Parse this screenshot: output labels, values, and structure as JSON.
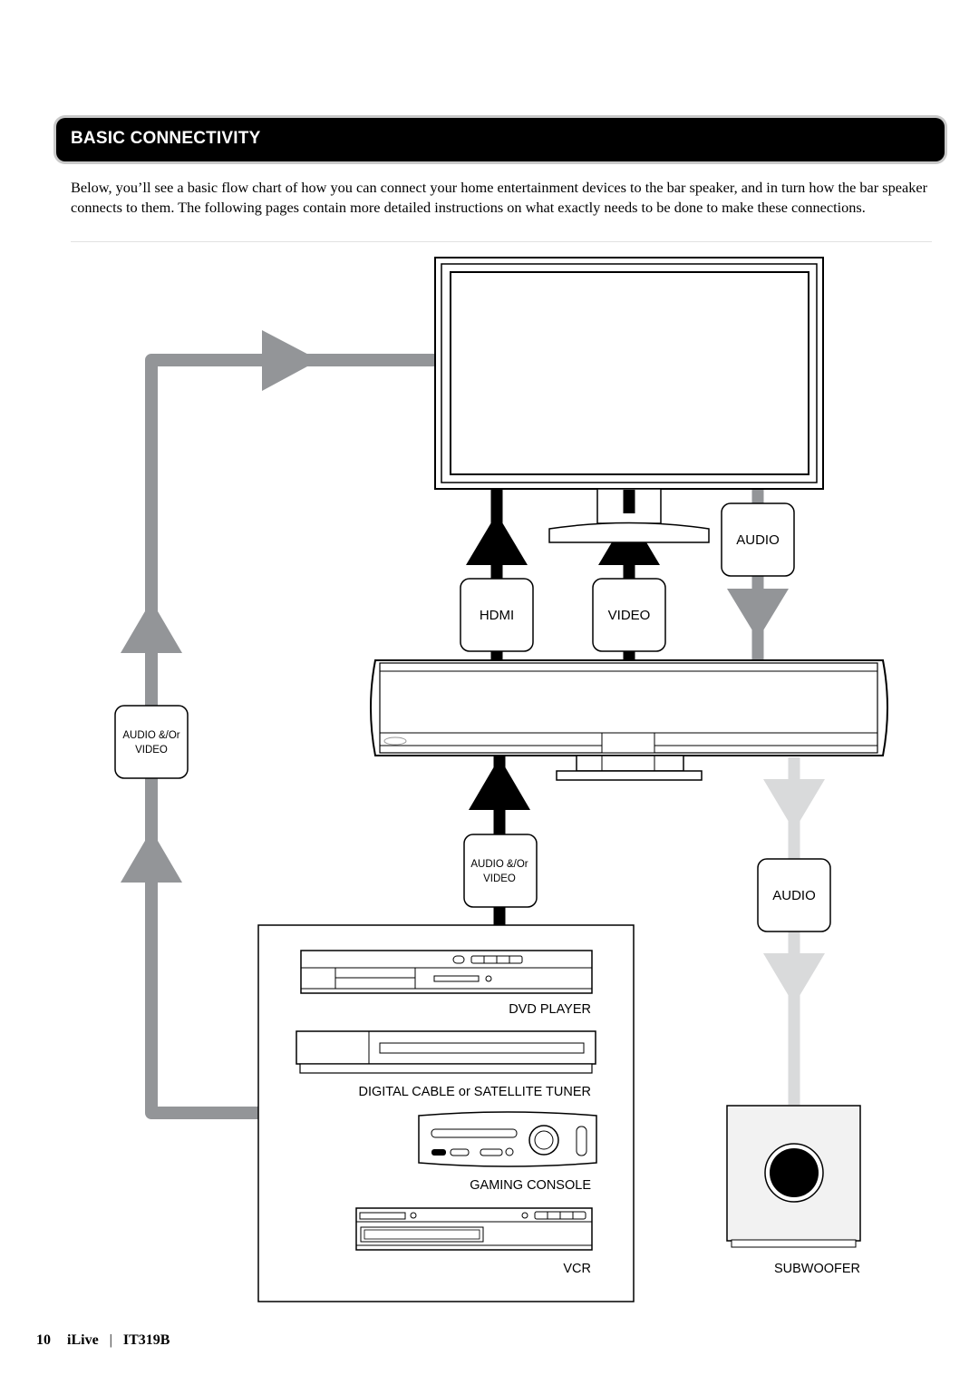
{
  "header": {
    "title": "BASIC CONNECTIVITY"
  },
  "intro": {
    "text": "Below, you’ll see a basic flow chart of how you can connect your home entertainment devices to the bar speaker, and in turn how the bar speaker connects to them. The following pages contain more detailed instructions on what exactly needs to be done to make these connections."
  },
  "connections": {
    "audio_top": "AUDIO",
    "hdmi": "HDMI",
    "video": "VIDEO",
    "audio_video_left_line1": "AUDIO &/Or",
    "audio_video_left_line2": "VIDEO",
    "audio_video_center_line1": "AUDIO &/Or",
    "audio_video_center_line2": "VIDEO",
    "audio_sub": "AUDIO"
  },
  "devices": {
    "dvd": "DVD PLAYER",
    "cable": "DIGITAL CABLE or SATELLITE TUNER",
    "console": "GAMING CONSOLE",
    "vcr": "VCR",
    "subwoofer": "SUBWOOFER"
  },
  "colors": {
    "gray_flow": "#939598",
    "light_flow": "#d9dadb",
    "black_flow": "#000000"
  },
  "footer": {
    "page": "10",
    "brand": "iLive",
    "separator": "|",
    "model": "IT319B"
  }
}
